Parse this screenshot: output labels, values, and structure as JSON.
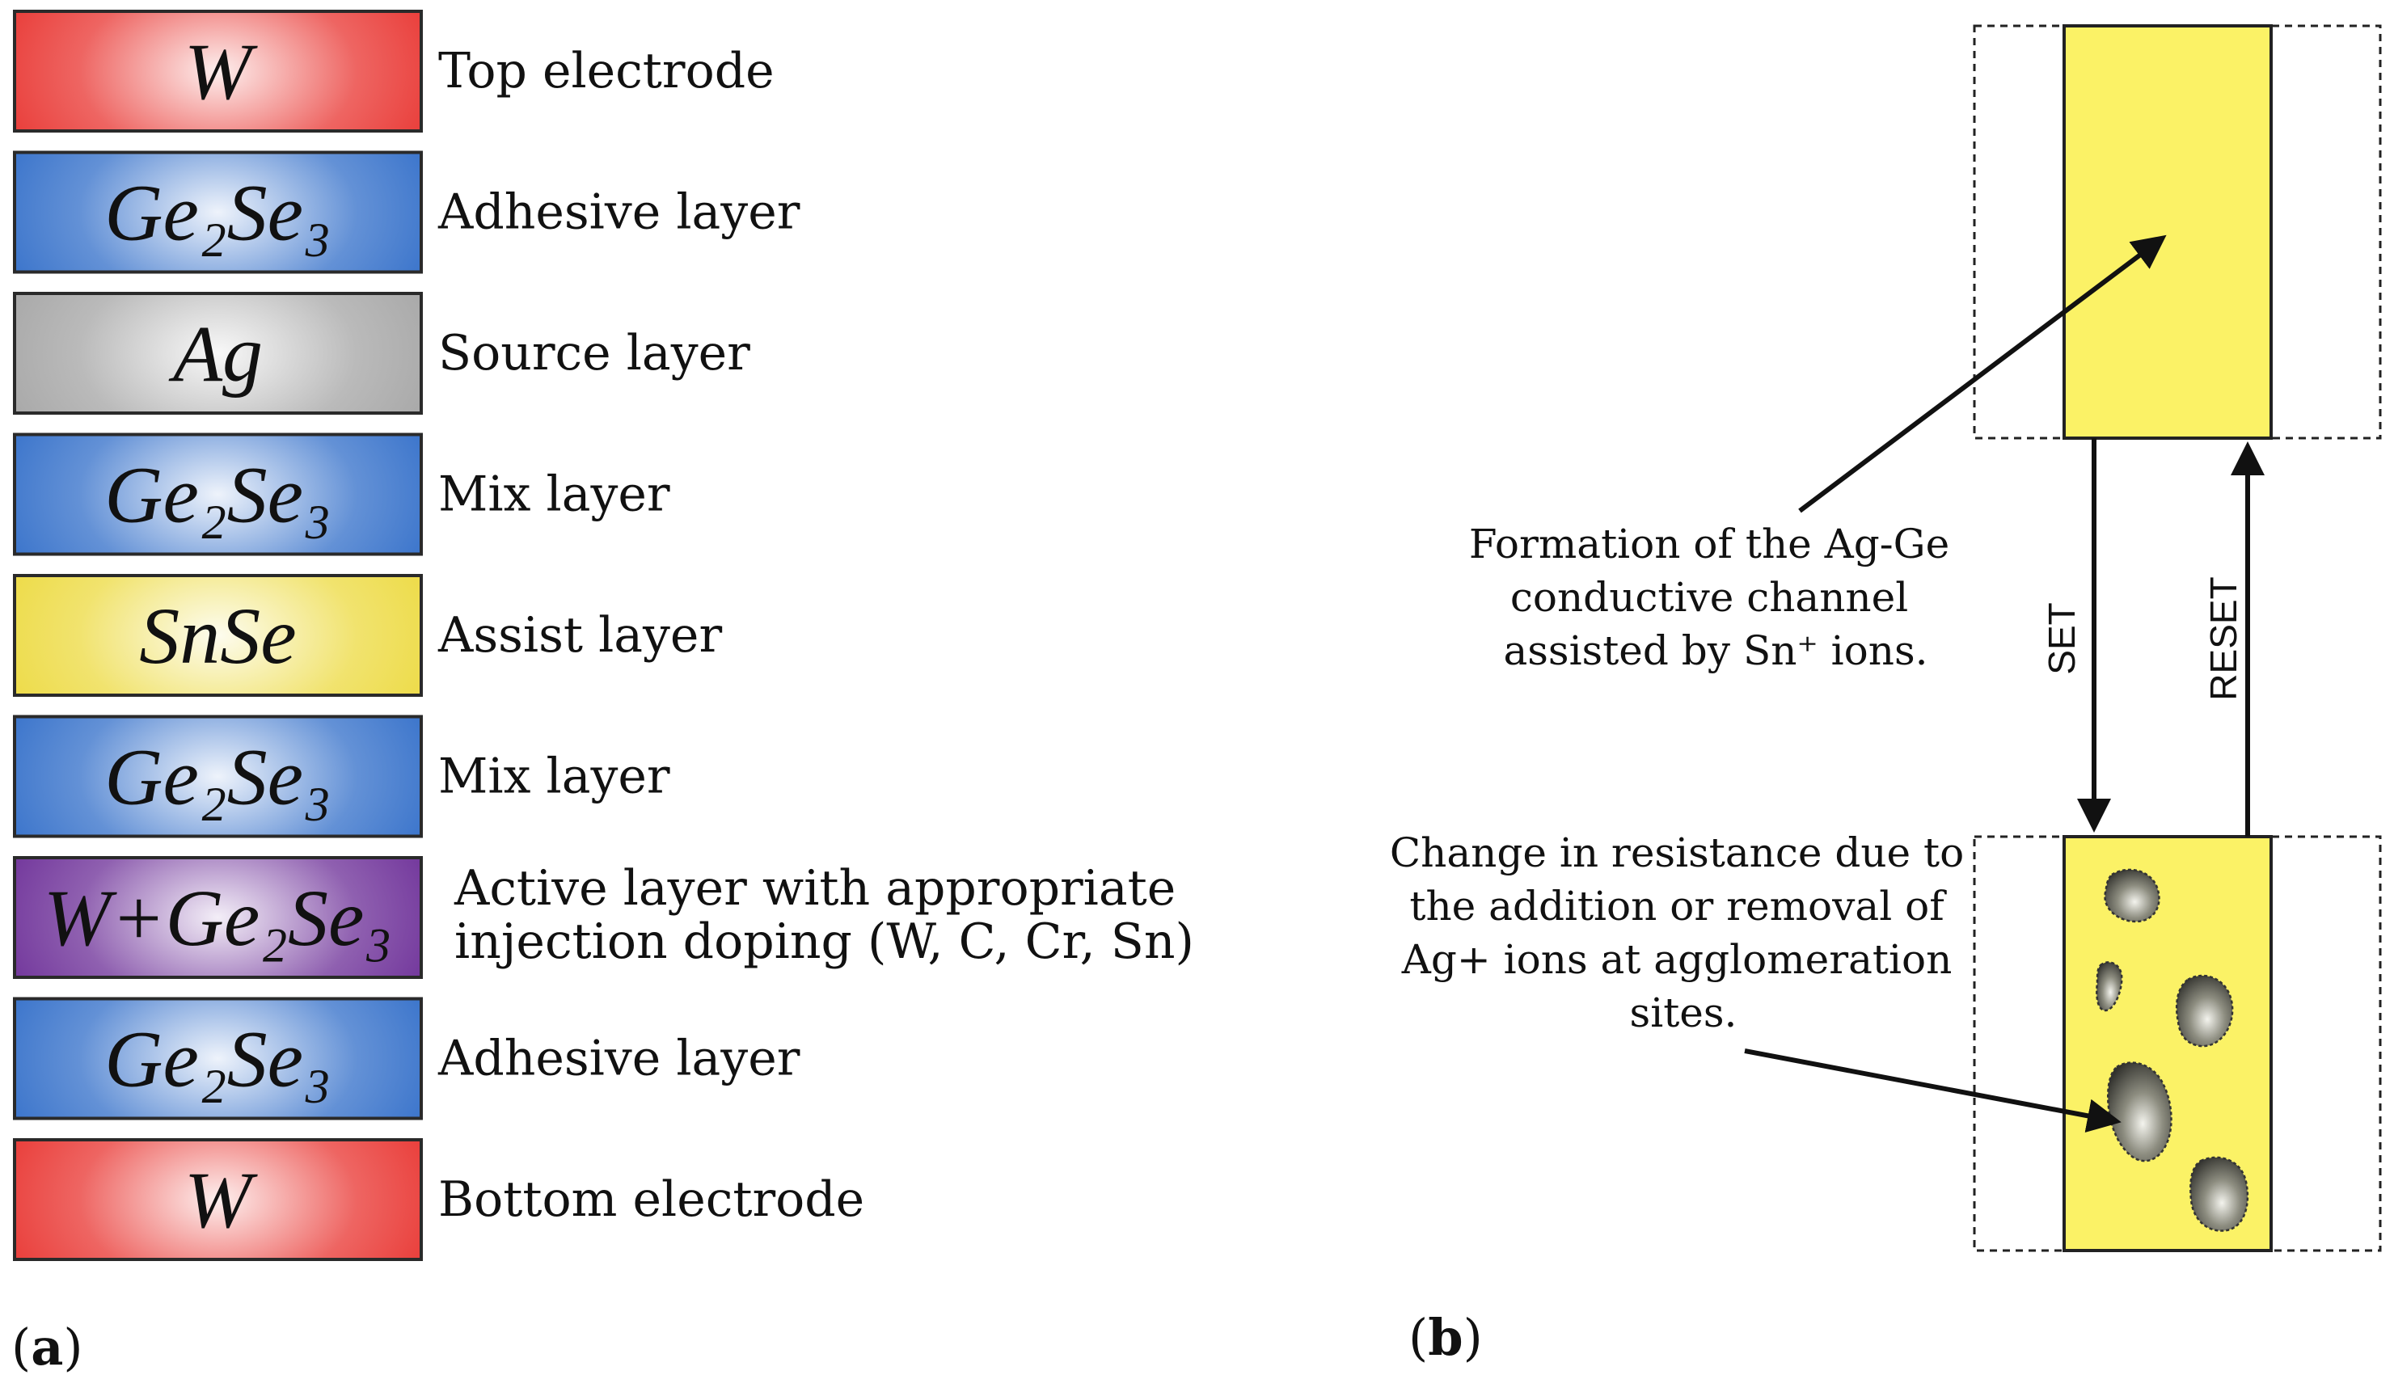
{
  "panel_a": {
    "label": "(a)",
    "layers": [
      {
        "material": "W",
        "description": "Top electrode",
        "color": "#e8322e"
      },
      {
        "material": "Ge₂Se₃",
        "description": "Adhesive layer",
        "color": "#2f6cc8"
      },
      {
        "material": "Ag",
        "description": "Source layer",
        "color": "#a3a3a3"
      },
      {
        "material": "Ge₂Se₃",
        "description": "Mix layer",
        "color": "#2f6cc8"
      },
      {
        "material": "SnSe",
        "description": "Assist layer",
        "color": "#ecd93d"
      },
      {
        "material": "Ge₂Se₃",
        "description": "Mix layer",
        "color": "#2f6cc8"
      },
      {
        "material": "W+Ge₂Se₃",
        "description": "Active layer with appropriate injection doping (W, C, Cr, Sn)",
        "description_lines": [
          "Active layer with appropriate",
          "injection doping (W, C, Cr, Sn)"
        ],
        "color": "#6a2b96"
      },
      {
        "material": "Ge₂Se₃",
        "description": "Adhesive layer",
        "color": "#2f6cc8"
      },
      {
        "material": "W",
        "description": "Bottom electrode",
        "color": "#e8322e"
      }
    ]
  },
  "panel_b": {
    "label": "(b)",
    "top_annotation": {
      "lines": [
        "Formation of the Ag-Ge",
        "conductive channel",
        "assisted by Sn⁺ ions."
      ]
    },
    "bottom_annotation": {
      "lines": [
        "Change in resistance due to",
        "the addition or removal of",
        "Ag+ ions at agglomeration",
        "sites."
      ]
    },
    "set_label": "SET",
    "reset_label": "RESET",
    "channel_color": "#fbf266"
  }
}
